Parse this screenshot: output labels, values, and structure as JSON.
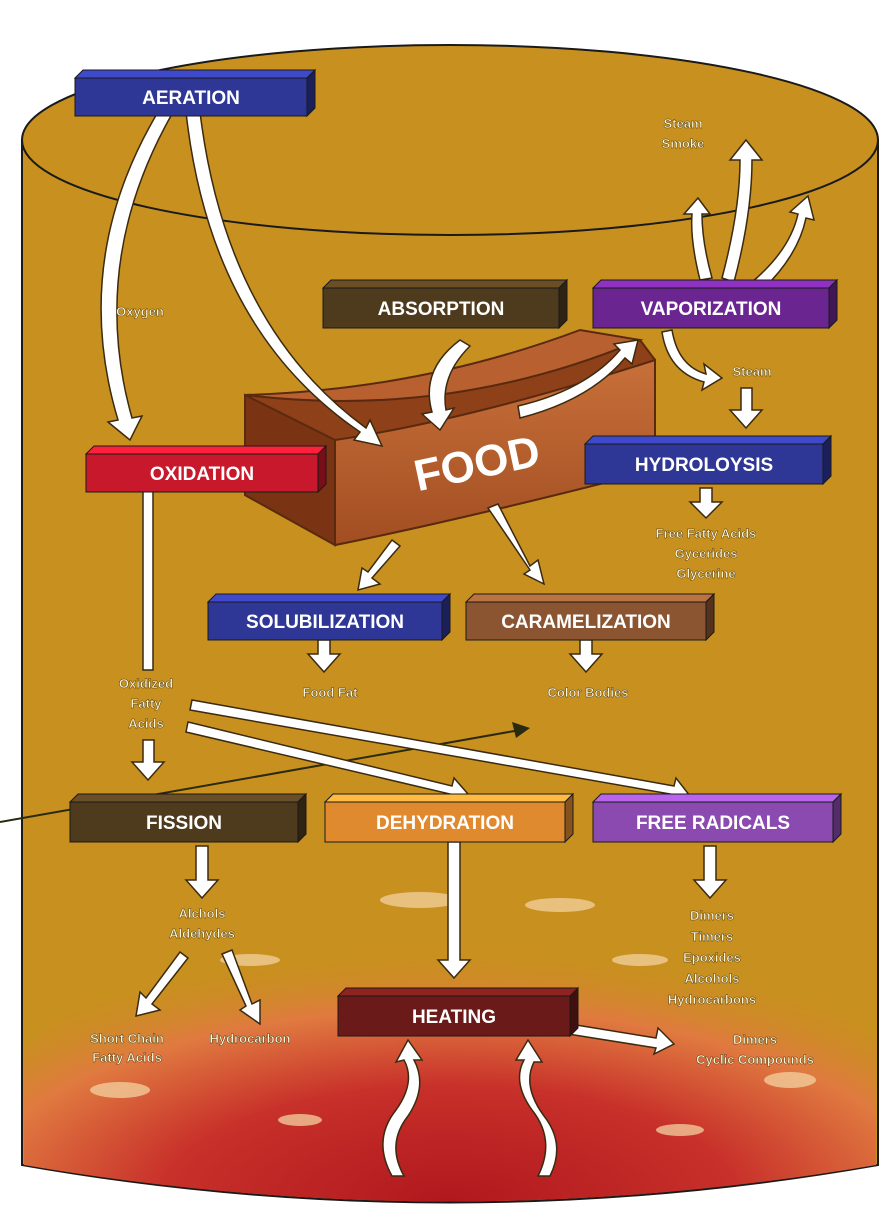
{
  "colors": {
    "vat": "#c8901e",
    "vat_edge": "#1a1a1a",
    "blue": "#2e3696",
    "red": "#c8182c",
    "purple": "#6a2590",
    "violet": "#8a4ab0",
    "brown_dark": "#4e3a1c",
    "brown_mid": "#8a5530",
    "orange": "#e08a30",
    "maroon": "#6a1a18",
    "food": "#b55a28",
    "arrow": "#ffffff"
  },
  "process_boxes": {
    "aeration": "AERATION",
    "absorption": "ABSORPTION",
    "vaporization": "VAPORIZATION",
    "oxidation": "OXIDATION",
    "hydrolysis": "HYDROLOYSIS",
    "solubilization": "SOLUBILIZATION",
    "caramelization": "CARAMELIZATION",
    "fission": "FISSION",
    "dehydration": "DEHYDRATION",
    "free_radicals": "FREE RADICALS",
    "heating": "HEATING"
  },
  "food_label": "FOOD",
  "labels": {
    "steam_smoke": [
      "Steam",
      "Smoke"
    ],
    "oxygen": "Oxygen",
    "steam": "Steam",
    "hydrolysis_products": [
      "Free Fatty Acids",
      "Gycerides",
      "Glycerine"
    ],
    "food_fat": "Food Fat",
    "color_bodies": "Color Bodies",
    "oxidized_fatty_acids": [
      "Oxidized",
      "Fatty",
      "Acids"
    ],
    "alcohols_aldehydes": [
      "Alchols",
      "Aldehydes"
    ],
    "short_chain": [
      "Short Chain",
      "Fatty Acids"
    ],
    "hydrocarbon": "Hydrocarbon",
    "free_radical_products": [
      "Dimers",
      "Timers",
      "Epoxides",
      "Alcohols",
      "Hydrocarbons"
    ],
    "heating_products": [
      "Dimers",
      "Cyclic Compounds"
    ]
  }
}
